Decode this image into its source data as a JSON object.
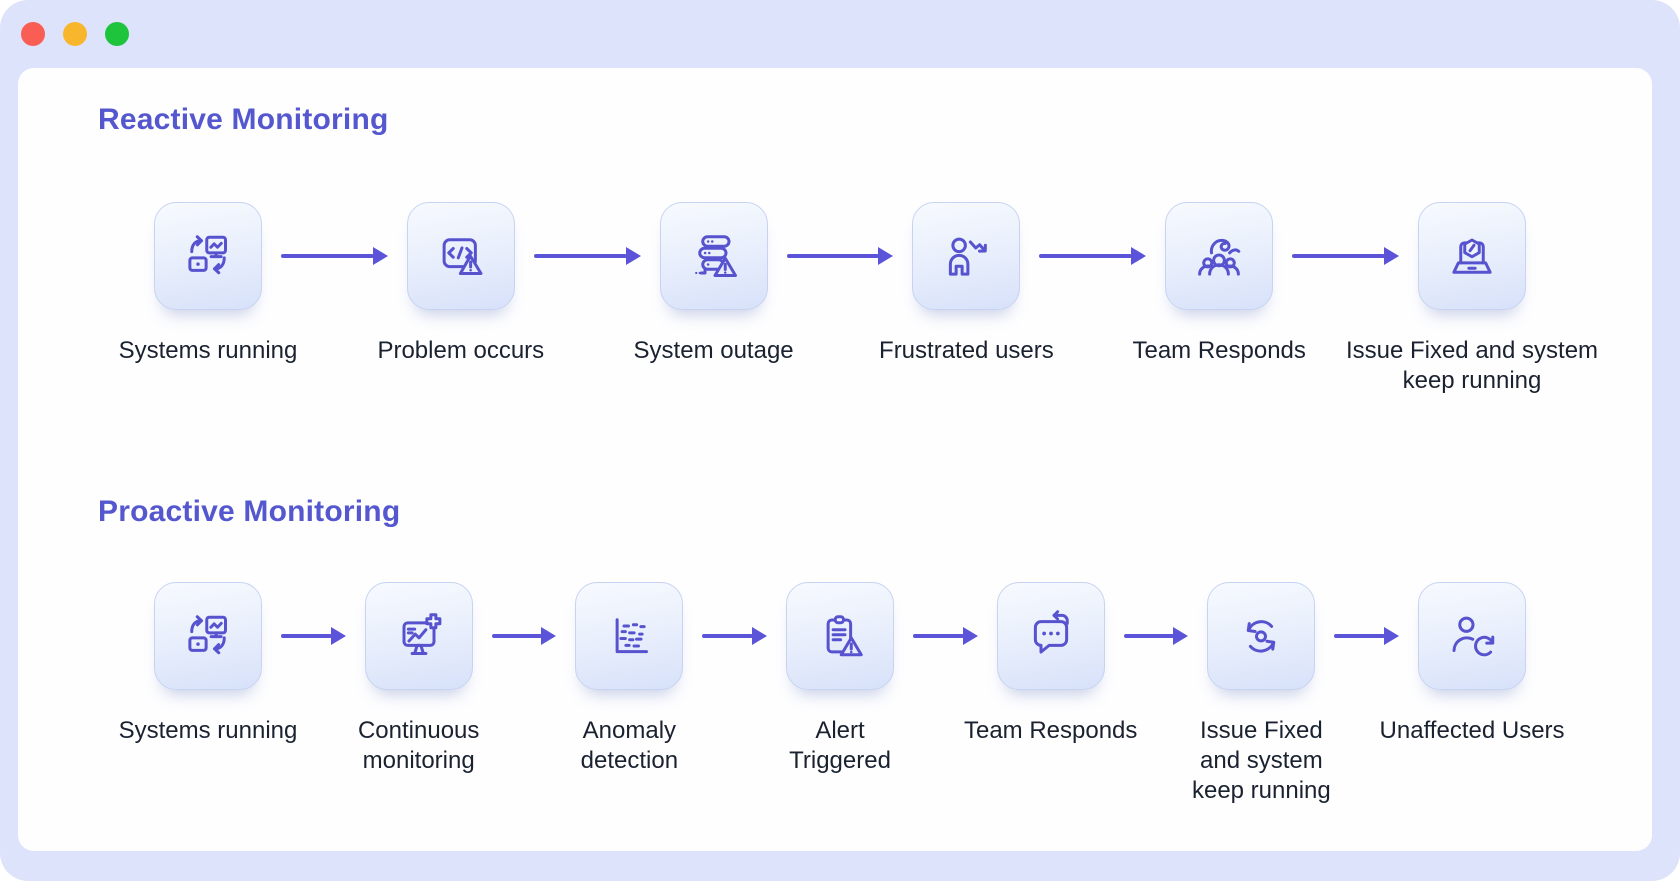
{
  "window": {
    "controls": [
      {
        "name": "close",
        "color": "#FA5D54"
      },
      {
        "name": "minimize",
        "color": "#F8B62D"
      },
      {
        "name": "zoom",
        "color": "#1EC43B"
      }
    ]
  },
  "colors": {
    "window_background": "#DEE3FC",
    "content_background": "#FEFEFF",
    "title": "#5457CE",
    "arrow": "#5B54D9",
    "icon_stroke": "#5753CF",
    "label": "#1A2230"
  },
  "flows": [
    {
      "title": "Reactive Monitoring",
      "steps": [
        {
          "icon": "systems-running",
          "label": "Systems running"
        },
        {
          "icon": "problem-occurs",
          "label": "Problem occurs"
        },
        {
          "icon": "system-outage",
          "label": "System outage"
        },
        {
          "icon": "frustrated-users",
          "label": "Frustrated users"
        },
        {
          "icon": "team-responds",
          "label": "Team Responds"
        },
        {
          "icon": "issue-fixed-laptop",
          "label": "Issue Fixed and system\nkeep running"
        }
      ]
    },
    {
      "title": "Proactive Monitoring",
      "steps": [
        {
          "icon": "systems-running",
          "label": "Systems running"
        },
        {
          "icon": "continuous-monitoring",
          "label": "Continuous\nmonitoring"
        },
        {
          "icon": "anomaly-detection",
          "label": "Anomaly\ndetection"
        },
        {
          "icon": "alert-triggered",
          "label": "Alert\nTriggered"
        },
        {
          "icon": "team-responds-chat",
          "label": "Team Responds"
        },
        {
          "icon": "issue-fixed-sync",
          "label": "Issue Fixed\nand system\nkeep running"
        },
        {
          "icon": "unaffected-users",
          "label": "Unaffected Users"
        }
      ]
    }
  ]
}
